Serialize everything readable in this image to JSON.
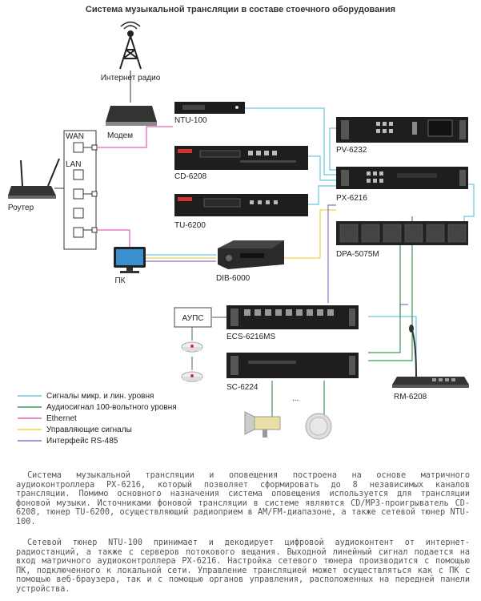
{
  "title": "Система музыкальной трансляции в составе стоечного оборудования",
  "labels": {
    "internet_radio": "Интернет радио",
    "modem": "Модем",
    "router": "Роутер",
    "wan": "WAN",
    "lan": "LAN",
    "pc": "ПК",
    "ntu100": "NTU-100",
    "cd6208": "CD-6208",
    "tu6200": "TU-6200",
    "dib6000": "DIB-6000",
    "pv6232": "PV-6232",
    "px6216": "PX-6216",
    "dpa5075m": "DPA-5075M",
    "aups": "АУПС",
    "ecs6216ms": "ECS-6216MS",
    "sc6224": "SC-6224",
    "rm6208": "RM-6208",
    "dots": "..."
  },
  "legend": [
    {
      "label": "Сигналы микр. и лин. уровня",
      "color": "#6ec6e0"
    },
    {
      "label": "Аудиосигнал 100-вольтного уровня",
      "color": "#3a9a5a"
    },
    {
      "label": "Ethernet",
      "color": "#e060b0"
    },
    {
      "label": "Управляющие сигналы",
      "color": "#f0d040"
    },
    {
      "label": "Интерфейс RS-485",
      "color": "#8a70c8"
    }
  ],
  "paragraph1": "Система музыкальной трансляции и оповещения построена на основе матричного аудиоконтроллера PX-6216, который позволяет сформировать до 8 независимых каналов трансляции. Помимо основного назначения система оповещения используется для трансляции фоновой музыки. Источниками фоновой трансляции в системе являются CD/MP3-проигрыватель CD-6208, тюнер TU-6200, осуществляющий радиоприем в AM/FM-диапазоне, а также сетевой тюнер NTU-100.",
  "paragraph2": "Сетевой тюнер NTU-100 принимает и декодирует цифровой аудиоконтент от интернет-радиостанций, а также с серверов потокового вещания. Выходной линейный сигнал подается на вход матричного аудиоконтроллера PX-6216. Настройка сетевого тюнера производится с помощью ПК, подключенного к локальной сети. Управление трансляцией может осуществляться как с ПК с помощью веб-браузера, так и с помощью органов управления, расположенных на передней панели устройства."
}
